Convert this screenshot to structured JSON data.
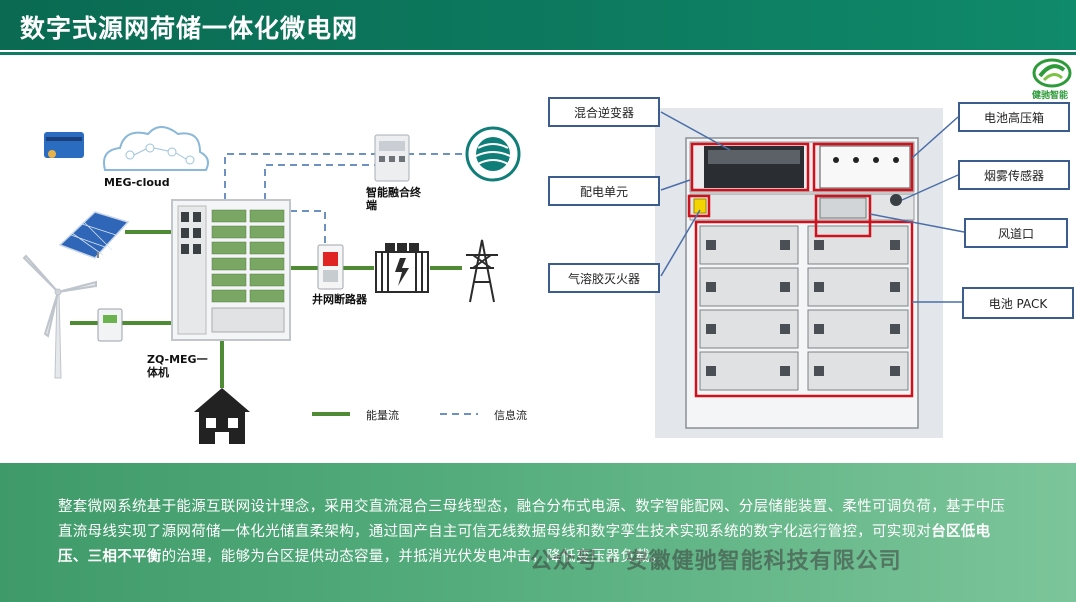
{
  "header": {
    "title": "数字式源网荷储一体化微电网"
  },
  "logo": {
    "text": "健驰智能"
  },
  "diagram": {
    "labels": {
      "cloud": "MEG-cloud",
      "terminal": "智能融合终端",
      "grid_breaker": "井网断路器",
      "unit": "ZQ-MEG一体机"
    },
    "legend": {
      "energy": "能量流",
      "info": "信息流"
    }
  },
  "callouts": {
    "hybrid_inverter": "混合逆变器",
    "distribution_unit": "配电单元",
    "aerosol": "气溶胶灭火器",
    "battery_hv": "电池高压箱",
    "smoke": "烟雾传感器",
    "air_duct": "风道口",
    "battery_pack": "电池 PACK"
  },
  "colors": {
    "header": "#0d7c60",
    "energy_flow": "#4f8a35",
    "info_flow": "#3d6fae",
    "callout_border": "#3b5c8c",
    "highlight": "#d0101a"
  },
  "description": {
    "part1": "整套微网系统基于能源互联网设计理念，采用交直流混合三母线型态，融合分布式电源、数字智能配网、分层储能装置、柔性可调负荷，基于中压直流母线实现了源网荷储一体化光储直柔架构，通过国产自主可信无线数据母线和数字孪生技术实现系统的数字化运行管控，可实现对",
    "bold1": "台区低电压、三相不平衡",
    "part2": "的治理，能够为台区提供动态容量，并抵消光伏发电冲击，降低变压器负载。"
  },
  "watermark": "公众号 · 安徽健驰智能科技有限公司"
}
